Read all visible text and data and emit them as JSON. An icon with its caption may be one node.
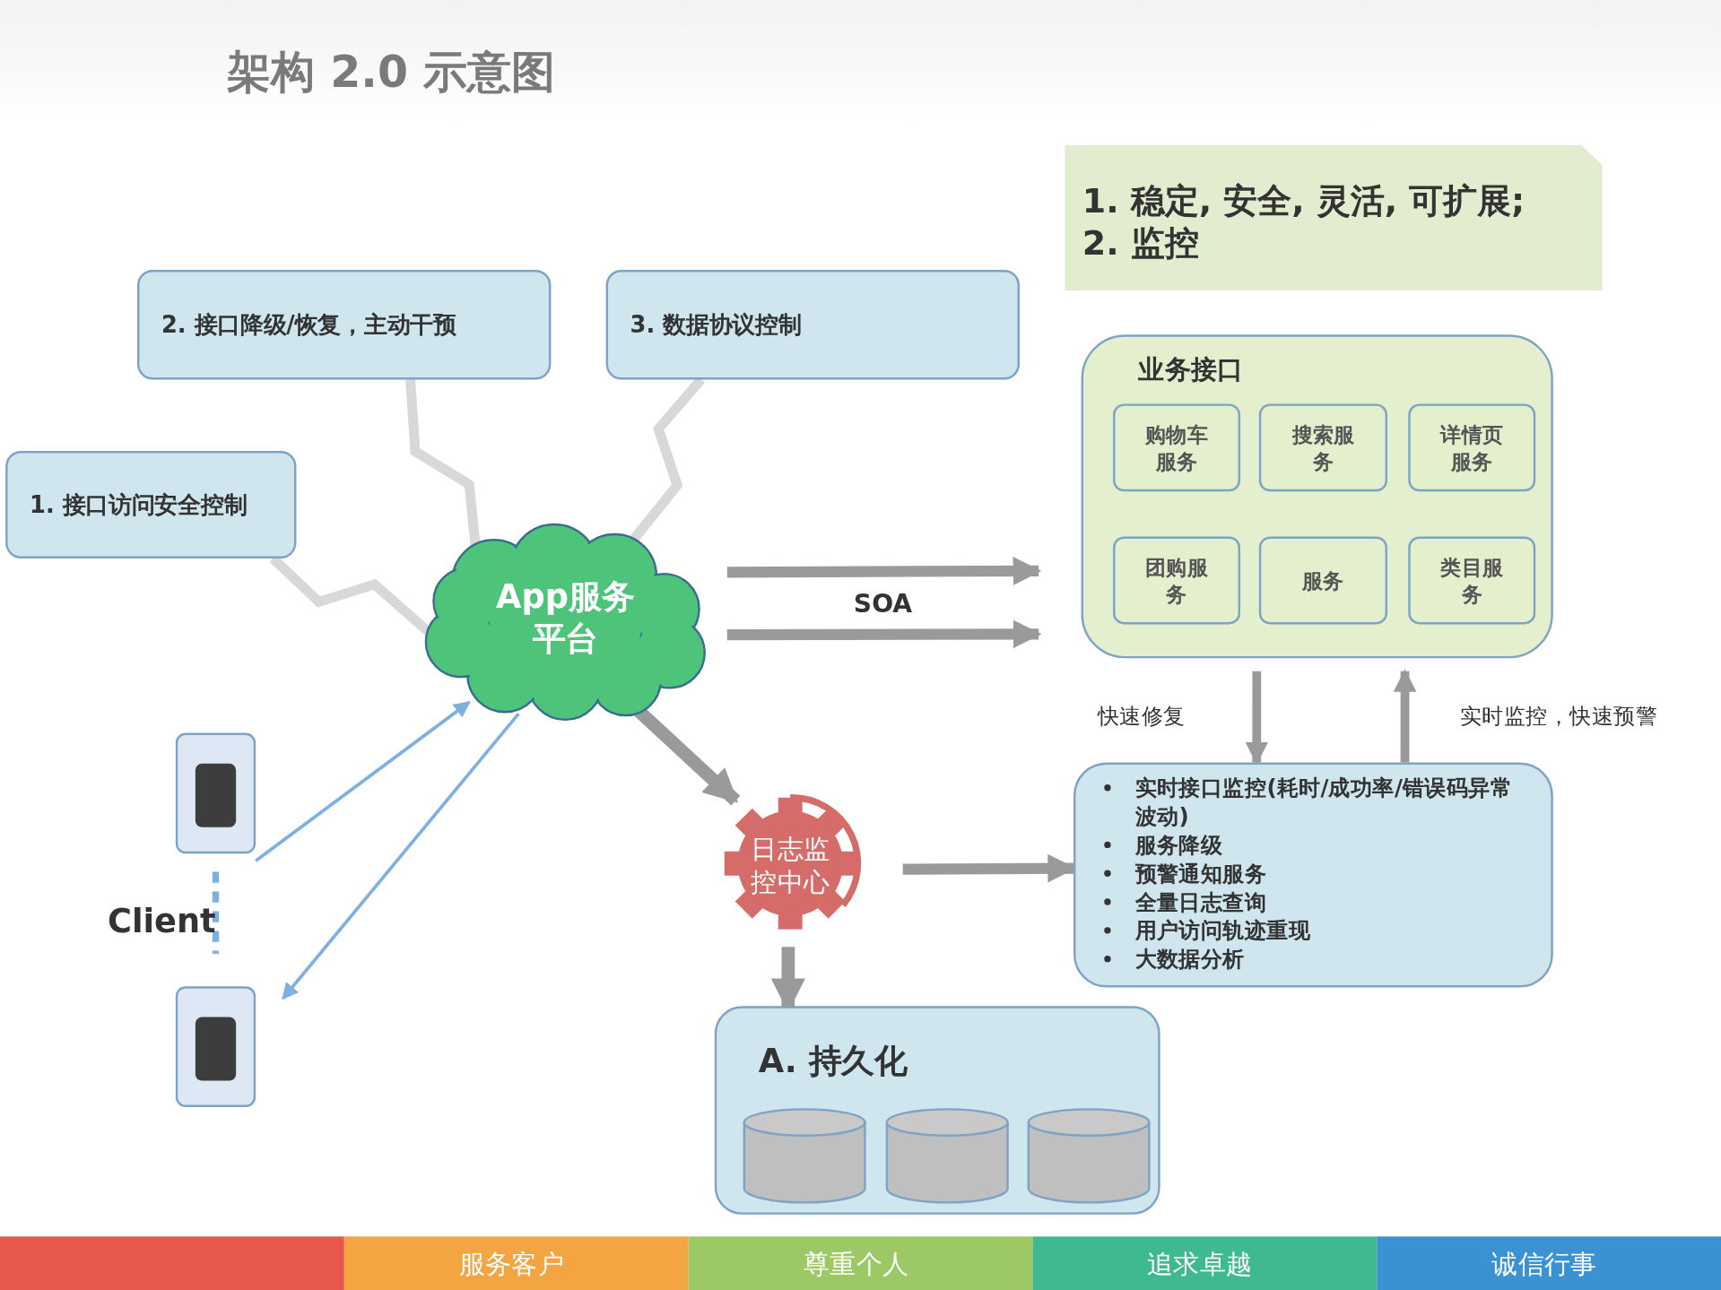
{
  "diagram": {
    "title": "架构 2.0 示意图",
    "nodes": [
      {
        "text": [
          "2. 接口降级/恢复，主动干预"
        ]
      },
      {
        "text": [
          "3. 数据协议控制"
        ]
      },
      {
        "text": [
          "1. 稳定, 安全, 灵活, 可扩展;",
          "2. 监控"
        ]
      },
      {
        "text": [
          "1. 接口访问安全控制"
        ]
      },
      {
        "text": [
          "App服务平台"
        ]
      },
      {
        "text": [
          "业务接口"
        ]
      },
      {
        "text": [
          "购物车服务"
        ],
        "in": 5
      },
      {
        "text": [
          "搜索服务"
        ],
        "in": 5
      },
      {
        "text": [
          "详情页服务"
        ],
        "in": 5
      },
      {
        "text": [
          "团购服务"
        ],
        "in": 5
      },
      {
        "text": [
          "服务"
        ],
        "in": 5
      },
      {
        "text": [
          "类目服务"
        ],
        "in": 5
      },
      {
        "text": [
          "实时接口监控(耗时/成功率/错误码异常波动)",
          "服务降级",
          "预警通知服务",
          "全量日志查询",
          "用户访问轨迹重现",
          "大数据分析"
        ]
      },
      {
        "text": [
          "日志监控中心"
        ]
      },
      {
        "text": [
          "A. 持久化"
        ]
      },
      {
        "text": [],
        "shape": "cylinder",
        "in": 14
      },
      {
        "text": [],
        "shape": "cylinder",
        "in": 14
      },
      {
        "text": [],
        "shape": "cylinder",
        "in": 14
      },
      {
        "text": [],
        "shape": "picture"
      },
      {
        "text": [],
        "shape": "picture"
      }
    ],
    "edges": [
      {
        "from": 0,
        "to": 4,
        "arrow": "none",
        "color": "#d8d8d8"
      },
      {
        "from": 1,
        "to": 4,
        "arrow": "none",
        "color": "#d8d8d8"
      },
      {
        "from": 3,
        "to": 4,
        "arrow": "none",
        "color": "#d8d8d8"
      },
      {
        "from": 4,
        "to": 5,
        "arrow": "to"
      },
      {
        "from": 4,
        "to": 5,
        "arrow": "to",
        "label": "SOA"
      },
      {
        "from": 5,
        "to": 12,
        "arrow": "to",
        "label": "快速修复"
      },
      {
        "from": 12,
        "to": 5,
        "arrow": "to",
        "label": "实时监控，快速预警"
      },
      {
        "from": 4,
        "to": 13,
        "arrow": "to"
      },
      {
        "from": 13,
        "to": 12,
        "arrow": "to"
      },
      {
        "from": 13,
        "to": 14,
        "arrow": "to"
      },
      {
        "from": 18,
        "to": 4,
        "arrow": "to",
        "color": "#7eb0e0"
      },
      {
        "from": 4,
        "to": 19,
        "arrow": "to",
        "color": "#7eb0e0"
      },
      {
        "from": 18,
        "to": 19,
        "arrow": "none",
        "style": "dashed",
        "color": "#7eb0e0"
      }
    ],
    "labels": [
      "Client",
      "服务客户",
      "尊重个人",
      "追求卓越",
      "诚信行事"
    ]
  }
}
